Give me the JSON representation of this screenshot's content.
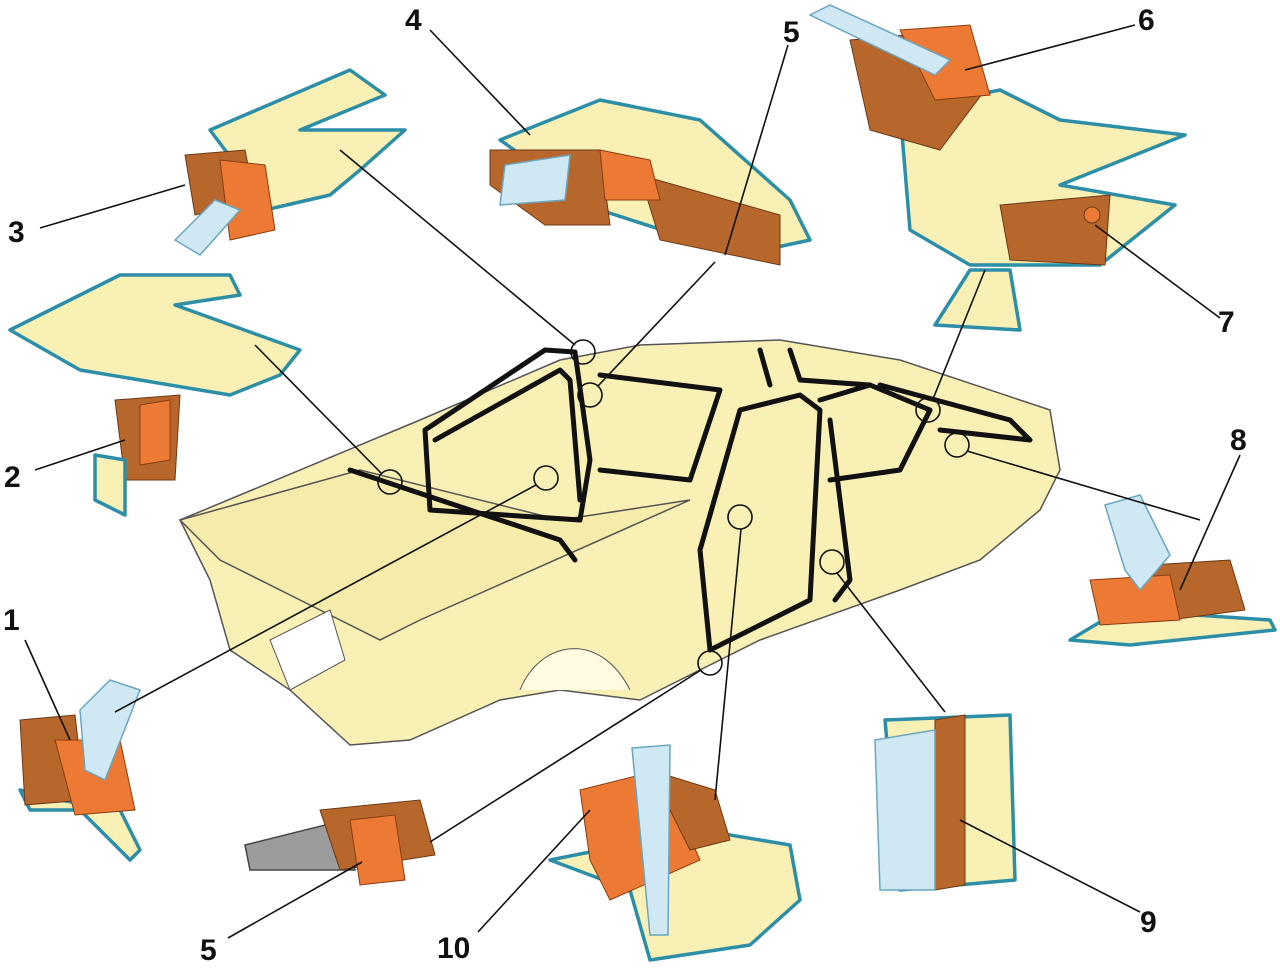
{
  "diagram": {
    "labels": {
      "l1": "1",
      "l2": "2",
      "l3": "3",
      "l4": "4",
      "l5_top": "5",
      "l5_bottom": "5",
      "l6": "6",
      "l7": "7",
      "l8": "8",
      "l9": "9",
      "l10": "10"
    },
    "colors": {
      "body": "#f8f0b4",
      "rubber_dark": "#b8672c",
      "rubber_light": "#ec7a34",
      "metal_edge": "#2d8ea8",
      "glass": "#cfe8f3"
    }
  }
}
